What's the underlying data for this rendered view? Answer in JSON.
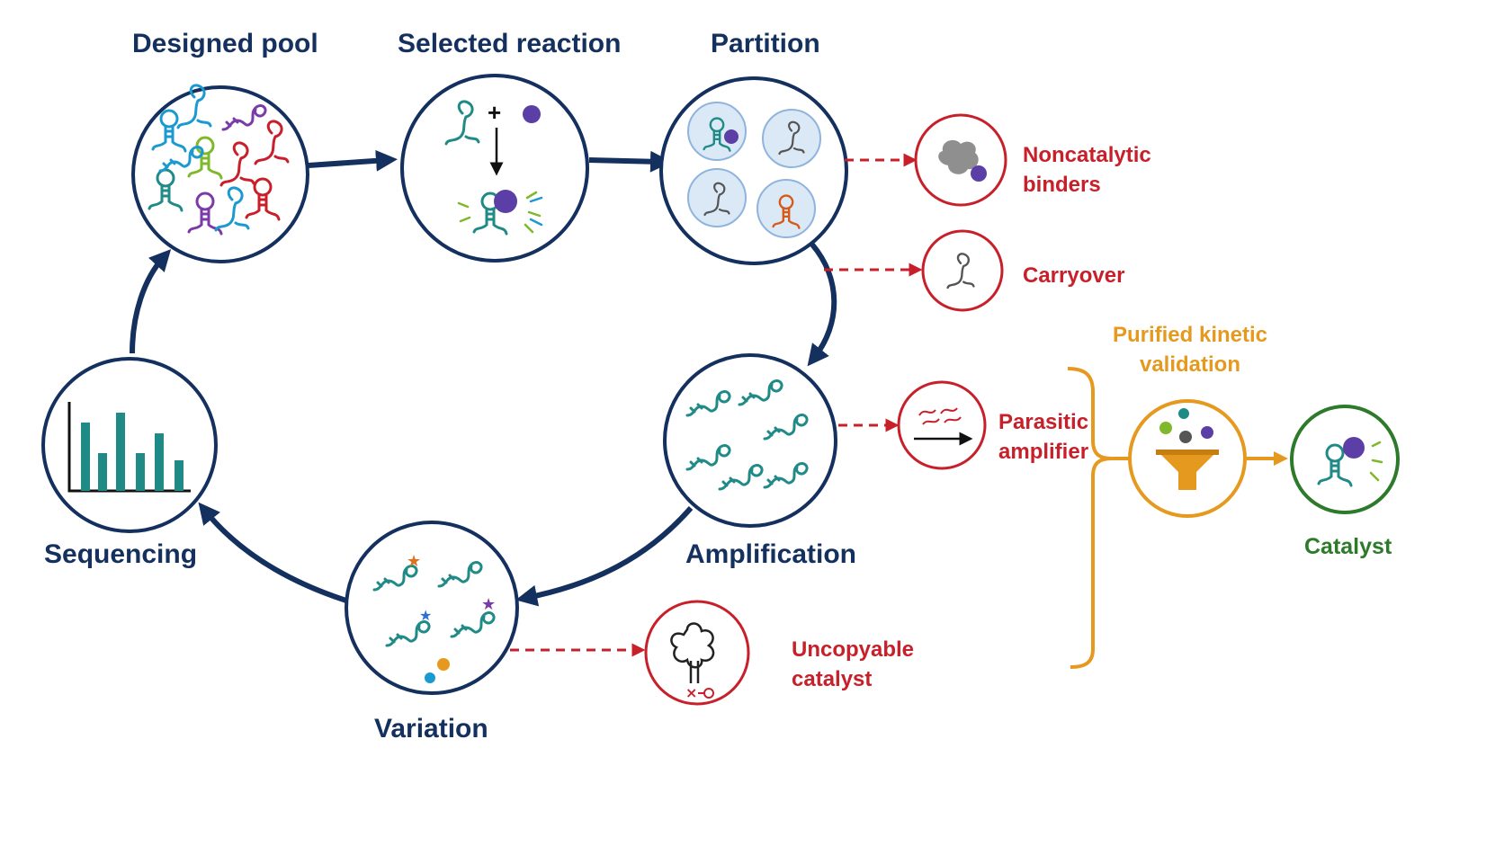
{
  "stages": {
    "designed_pool": "Designed pool",
    "selected_reaction": "Selected reaction",
    "partition": "Partition",
    "amplification": "Amplification",
    "variation": "Variation",
    "sequencing": "Sequencing"
  },
  "failure_modes": {
    "noncatalytic_line1": "Noncatalytic",
    "noncatalytic_line2": "binders",
    "carryover": "Carryover",
    "parasitic_line1": "Parasitic",
    "parasitic_line2": "amplifier",
    "uncopyable_line1": "Uncopyable",
    "uncopyable_line2": "catalyst"
  },
  "validation": {
    "title_line1": "Purified kinetic",
    "title_line2": "validation",
    "output": "Catalyst"
  },
  "reaction_symbol": "+",
  "colors": {
    "cycle_navy": "#14305e",
    "failure_red": "#c8202a",
    "validation_orange": "#e59a1f",
    "catalyst_green": "#2c7a2a",
    "teal": "#1f8a86",
    "substrate_purple": "#5b3ea6"
  }
}
